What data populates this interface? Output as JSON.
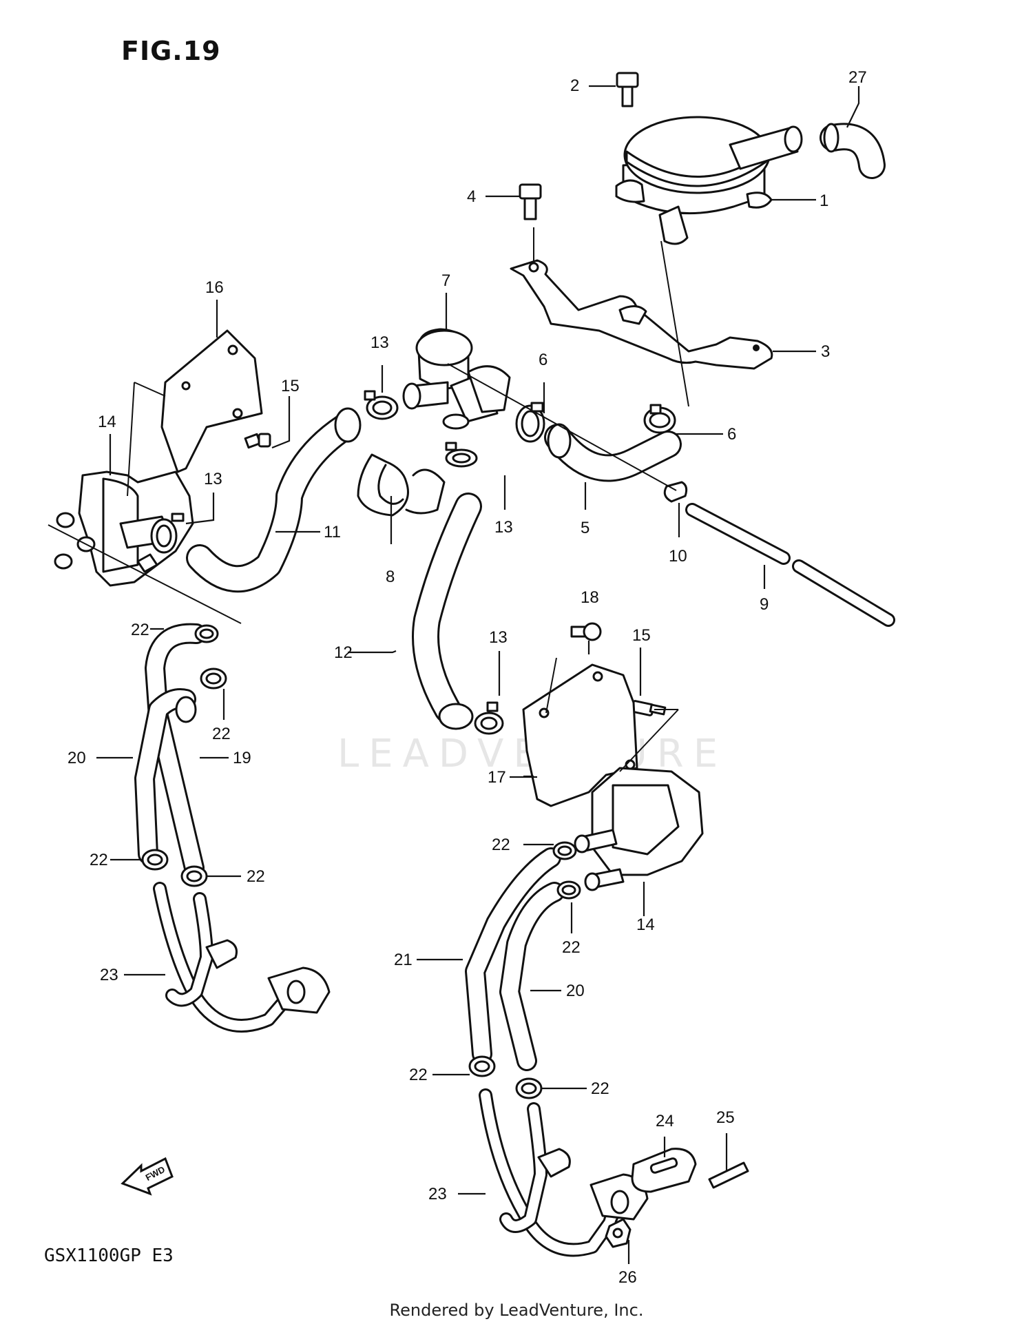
{
  "figure": {
    "title": "FIG.19",
    "model_code": "GSX1100GP  E3"
  },
  "footer": {
    "rendered_by": "Rendered by LeadVenture, Inc."
  },
  "watermark": {
    "text": "LEADVENTURE"
  },
  "fwd_arrow": {
    "label": "FWD"
  },
  "callouts": [
    "1",
    "2",
    "3",
    "4",
    "5",
    "6",
    "6",
    "7",
    "8",
    "9",
    "10",
    "11",
    "12",
    "13",
    "13",
    "13",
    "13",
    "14",
    "14",
    "15",
    "15",
    "16",
    "17",
    "18",
    "19",
    "20",
    "20",
    "21",
    "22",
    "22",
    "22",
    "22",
    "22",
    "22",
    "22",
    "22",
    "23",
    "23",
    "24",
    "25",
    "26",
    "27"
  ],
  "colors": {
    "line": "#111111",
    "background": "#ffffff",
    "watermark": "#e6e6e6"
  }
}
